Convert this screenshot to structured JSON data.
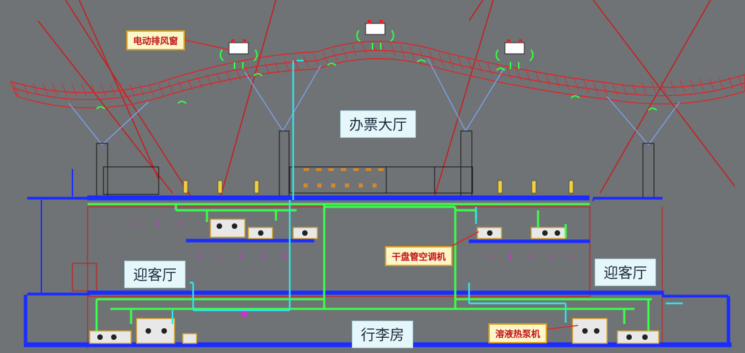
{
  "labels": {
    "ticket_hall": "办票大厅",
    "welcome_hall_left": "迎客厅",
    "welcome_hall_right": "迎客厅",
    "baggage_room": "行李房"
  },
  "callouts": {
    "exhaust_window": "电动排风窗",
    "dry_coil_ac": "干盘管空调机",
    "solution_heat_pump": "溶液热泵机"
  },
  "colors": {
    "background": "#6f7375",
    "roof_truss": "#e0242a",
    "supply_duct": "#3dff4a",
    "chilled_pipe": "#2fe6ee",
    "floor_slab": "#1a2cff",
    "wall": "#c81e1e",
    "label_bg": "#e6f7fb",
    "callout_bg": "#fdf6c8"
  }
}
